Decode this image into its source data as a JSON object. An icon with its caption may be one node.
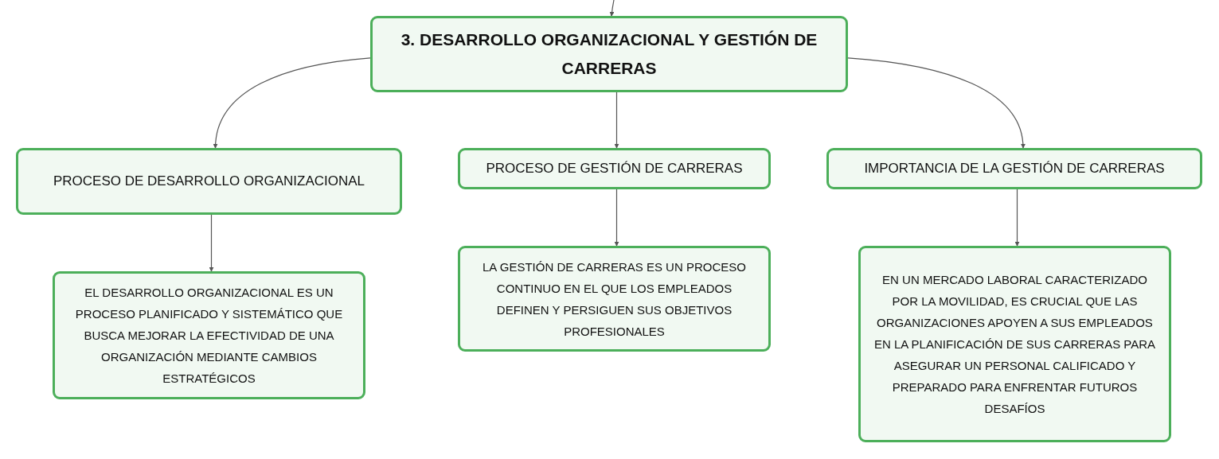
{
  "diagram": {
    "nodes": [
      {
        "text": [
          "3. DESARROLLO ORGANIZACIONAL Y GESTIÓN DE CARRERAS"
        ]
      },
      {
        "text": [
          "PROCESO DE DESARROLLO ORGANIZACIONAL"
        ]
      },
      {
        "text": [
          "PROCESO DE GESTIÓN DE CARRERAS"
        ]
      },
      {
        "text": [
          "IMPORTANCIA DE LA GESTIÓN DE CARRERAS"
        ]
      },
      {
        "text": [
          "EL DESARROLLO ORGANIZACIONAL ES UN PROCESO PLANIFICADO Y SISTEMÁTICO QUE BUSCA MEJORAR LA EFECTIVIDAD DE UNA ORGANIZACIÓN MEDIANTE CAMBIOS ESTRATÉGICOS"
        ]
      },
      {
        "text": [
          "LA GESTIÓN DE CARRERAS ES UN PROCESO CONTINUO EN EL QUE LOS EMPLEADOS DEFINEN Y PERSIGUEN SUS OBJETIVOS PROFESIONALES"
        ]
      },
      {
        "text": [
          "EN UN MERCADO LABORAL CARACTERIZADO POR LA MOVILIDAD, ES CRUCIAL QUE LAS ORGANIZACIONES APOYEN A SUS EMPLEADOS EN LA PLANIFICACIÓN DE SUS CARRERAS PARA ASEGURAR UN PERSONAL CALIFICADO Y PREPARADO PARA ENFRENTAR FUTUROS DESAFÍOS"
        ]
      }
    ],
    "edges": [
      {
        "from": null,
        "to": 0,
        "arrow": "to"
      },
      {
        "from": 0,
        "to": 1,
        "arrow": "to"
      },
      {
        "from": 0,
        "to": 2,
        "arrow": "to"
      },
      {
        "from": 0,
        "to": 3,
        "arrow": "to"
      },
      {
        "from": 1,
        "to": 4,
        "arrow": "to"
      },
      {
        "from": 2,
        "to": 5,
        "arrow": "to"
      },
      {
        "from": 3,
        "to": 6,
        "arrow": "to"
      }
    ]
  }
}
